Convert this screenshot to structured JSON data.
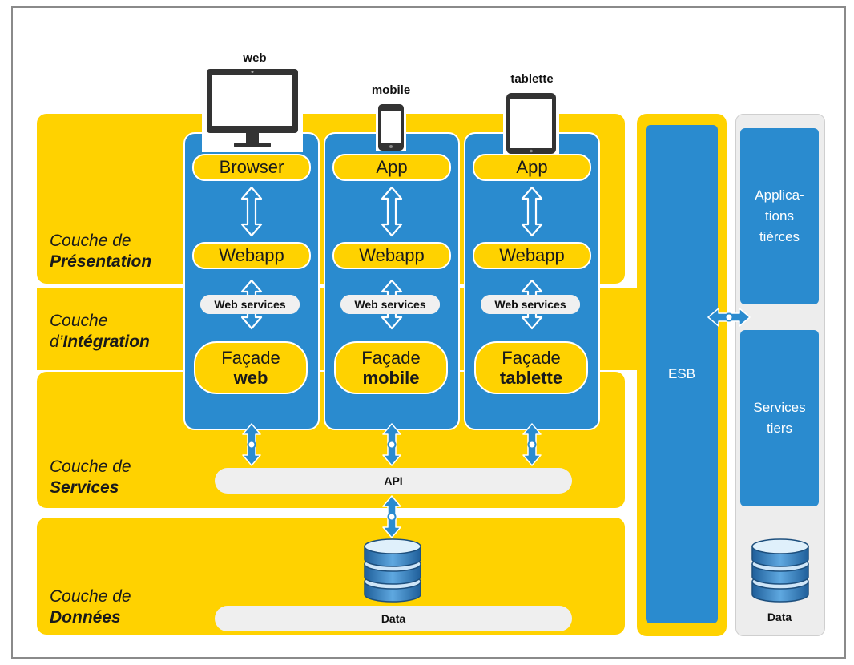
{
  "layers": {
    "presentation": {
      "line1": "Couche de",
      "line2": "Présentation"
    },
    "integration": {
      "line1": "Couche",
      "line2_prefix": "d’",
      "line2": "Intégration"
    },
    "services": {
      "line1": "Couche de",
      "line2": "Services"
    },
    "donnees": {
      "line1": "Couche de",
      "line2": "Données"
    }
  },
  "devices": {
    "web": "web",
    "mobile": "mobile",
    "tablette": "tablette"
  },
  "columns": [
    {
      "client": "Browser",
      "webapp": "Webapp",
      "ws": "Web services",
      "facade_line1": "Façade",
      "facade_line2": "web"
    },
    {
      "client": "App",
      "webapp": "Webapp",
      "ws": "Web services",
      "facade_line1": "Façade",
      "facade_line2": "mobile"
    },
    {
      "client": "App",
      "webapp": "Webapp",
      "ws": "Web services",
      "facade_line1": "Façade",
      "facade_line2": "tablette"
    }
  ],
  "api_label": "API",
  "data_label": "Data",
  "esb_label": "ESB",
  "external": {
    "apps": [
      "Applica-",
      "tions",
      "tièrces"
    ],
    "services": [
      "Services",
      "tiers"
    ],
    "data_label": "Data"
  },
  "colors": {
    "yellow": "#FFD200",
    "blue": "#2A8BCF",
    "light_gray": "#EFEFEF"
  }
}
